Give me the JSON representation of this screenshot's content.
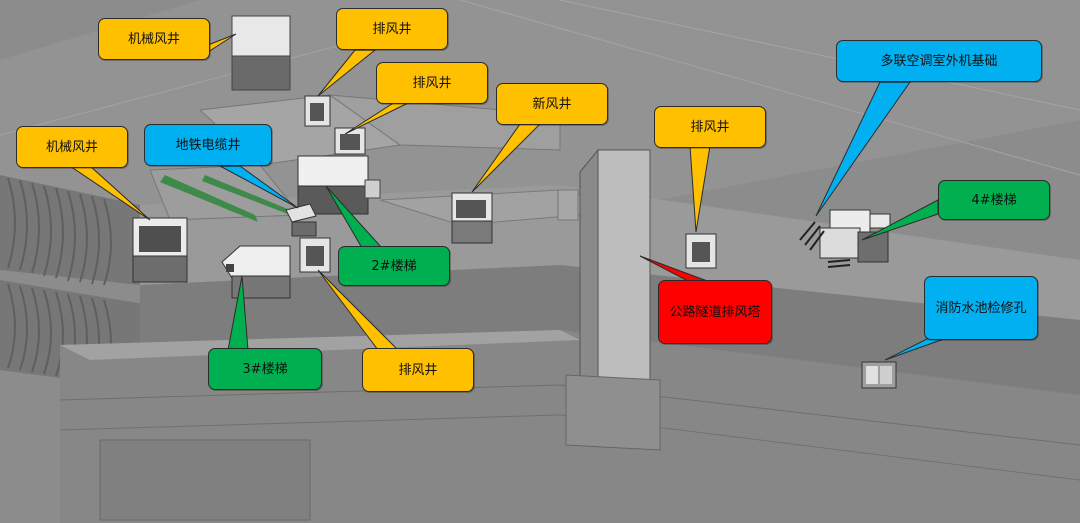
{
  "colors": {
    "background": "#8e8e8e",
    "yellow": "#ffc000",
    "blue": "#00b0f0",
    "green": "#00b050",
    "red": "#ff0000"
  },
  "labels": {
    "mech_shaft_top": "机械风井",
    "exhaust_1": "排风井",
    "exhaust_2": "排风井",
    "new_shaft": "新风井",
    "exhaust_3": "排风井",
    "multi_ac_base": "多联空调室外机基础",
    "mech_shaft_left": "机械风井",
    "metro_cable": "地铁电缆井",
    "stair_4": "4#楼梯",
    "stair_2": "2#楼梯",
    "highway_tower": "公路隧道排风塔",
    "fire_pool": "消防水池检修孔",
    "stair_3": "3#楼梯",
    "exhaust_4": "排风井"
  }
}
